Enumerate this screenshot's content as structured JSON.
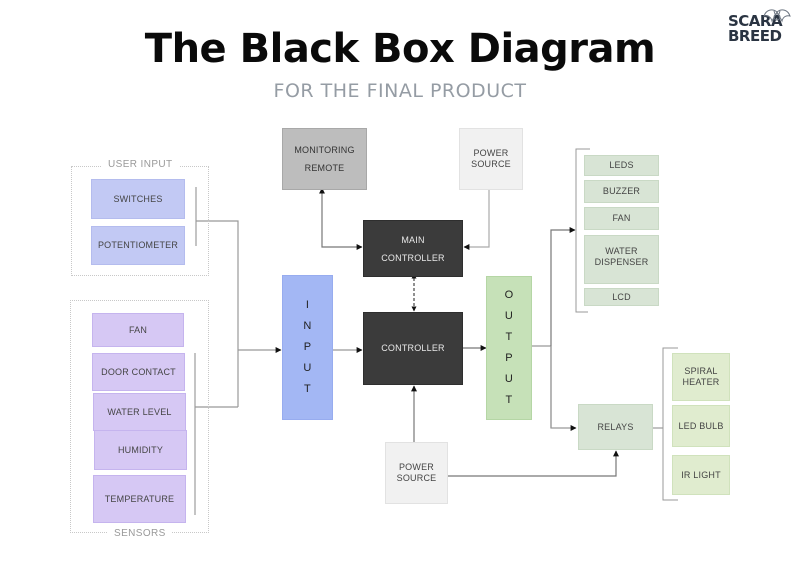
{
  "header": {
    "title": "The Black Box Diagram",
    "subtitle": "FOR THE FINAL PRODUCT",
    "logo_line1": "SCARA",
    "logo_line2": "BREED"
  },
  "user_input": {
    "label": "USER INPUT",
    "items": [
      "SWITCHES",
      "POTENTIOMETER"
    ]
  },
  "sensors": {
    "label": "SENSORS",
    "items": [
      "FAN",
      "DOOR CONTACT",
      "WATER LEVEL",
      "HUMIDITY",
      "TEMPERATURE"
    ]
  },
  "input_block": {
    "letters": [
      "I",
      "N",
      "P",
      "U",
      "T"
    ]
  },
  "output_block": {
    "letters": [
      "O",
      "U",
      "T",
      "P",
      "U",
      "T"
    ]
  },
  "monitoring": {
    "line1": "MONITORING",
    "line2": "REMOTE"
  },
  "power_top": {
    "line1": "POWER",
    "line2": "SOURCE"
  },
  "power_bottom": {
    "line1": "POWER",
    "line2": "SOURCE"
  },
  "main_controller": {
    "line1": "MAIN",
    "line2": "CONTROLLER"
  },
  "controller": {
    "label": "CONTROLLER"
  },
  "outputs": {
    "items": [
      "LEDS",
      "BUZZER",
      "FAN",
      "WATER DISPENSER",
      "LCD"
    ],
    "water_line1": "WATER",
    "water_line2": "DISPENSER"
  },
  "relays": {
    "label": "RELAYS",
    "items": [
      "SPIRAL HEATER",
      "LED BULB",
      "IR LIGHT"
    ],
    "spiral_line1": "SPIRAL",
    "spiral_line2": "HEATER"
  },
  "colors": {
    "user_input": "#c2c9f4",
    "sensors": "#d6c8f4",
    "input": "#a3b7f4",
    "output": "#c6e1b8",
    "controller": "#3b3b3b",
    "monitoring": "#bdbdbd",
    "power": "#f1f1f1",
    "output_items": "#d8e4d5",
    "relay_items": "#e0eccf"
  }
}
